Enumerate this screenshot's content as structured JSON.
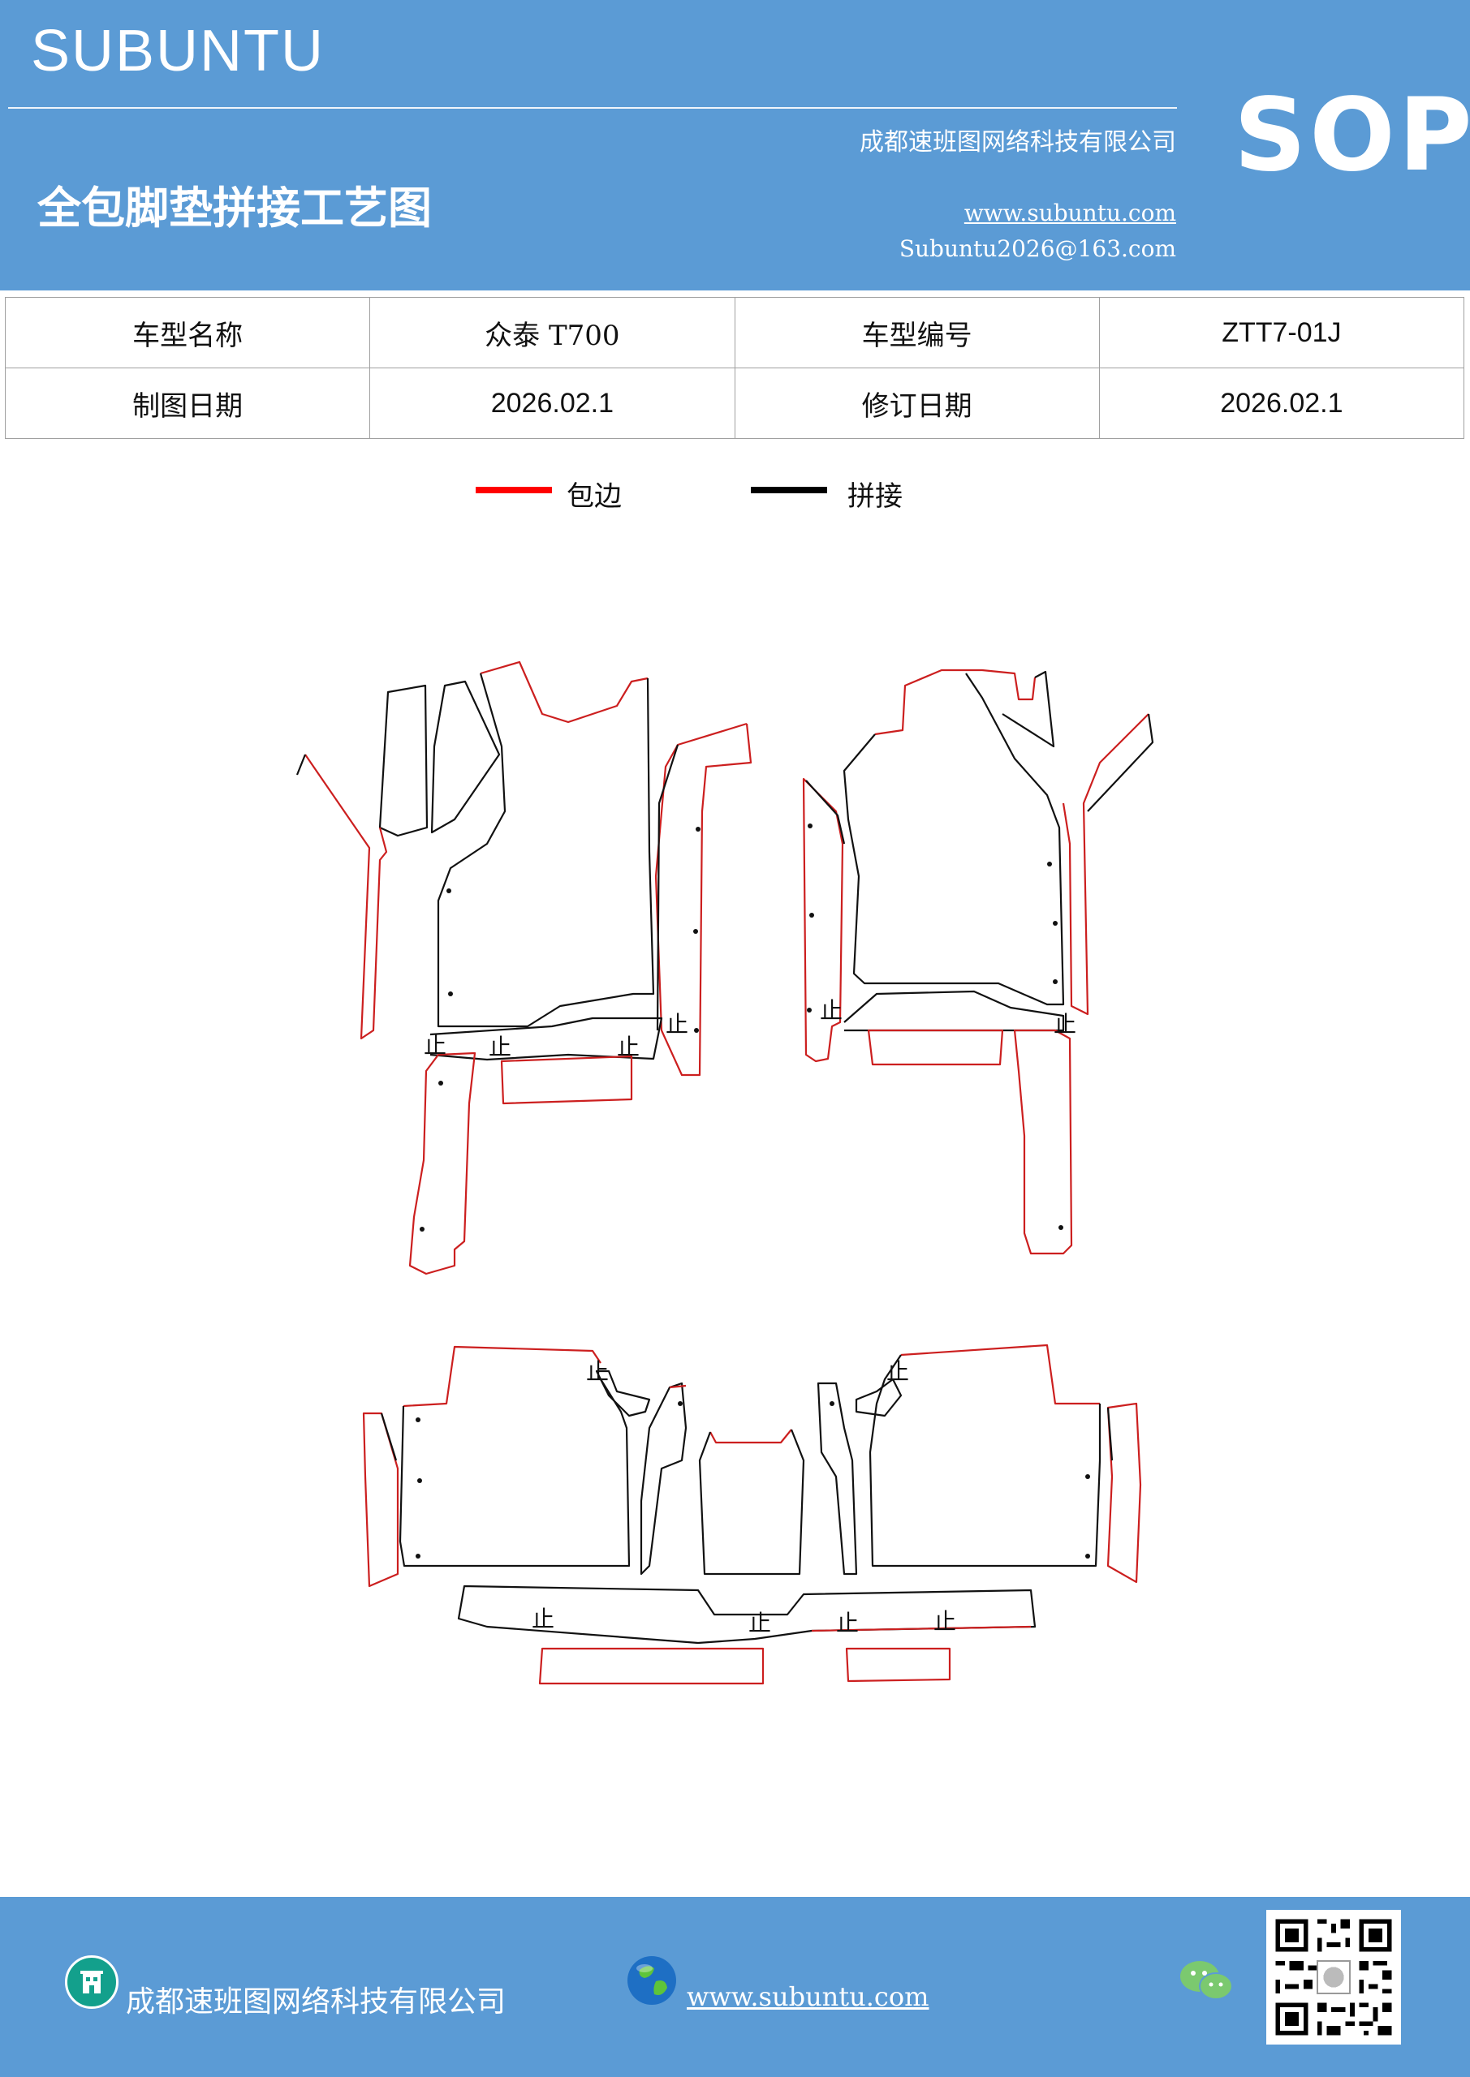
{
  "header": {
    "brand": "SUBUNTU",
    "company": "成都速班图网络科技有限公司",
    "title": "全包脚垫拼接工艺图",
    "website": "www.subuntu.com",
    "email": "Subuntu2026@163.com",
    "badge": "SOP",
    "background_color": "#5b9bd5"
  },
  "info_table": {
    "rows": [
      [
        "车型名称",
        "众泰 T700",
        "车型编号",
        "ZTT7-01J"
      ],
      [
        "制图日期",
        "2026.02.1",
        "修订日期",
        "2026.02.1"
      ]
    ]
  },
  "legend": {
    "items": [
      {
        "label": "包边",
        "color": "#ff0000"
      },
      {
        "label": "拼接",
        "color": "#000000"
      }
    ]
  },
  "drawing": {
    "stop_mark": "止",
    "edge_color": "#cc1f1f",
    "seam_color": "#111111"
  },
  "footer": {
    "company": "成都速班图网络科技有限公司",
    "website": "www.subuntu.com",
    "icons": [
      "building-icon",
      "globe-icon",
      "wechat-icon",
      "qr-code"
    ]
  }
}
